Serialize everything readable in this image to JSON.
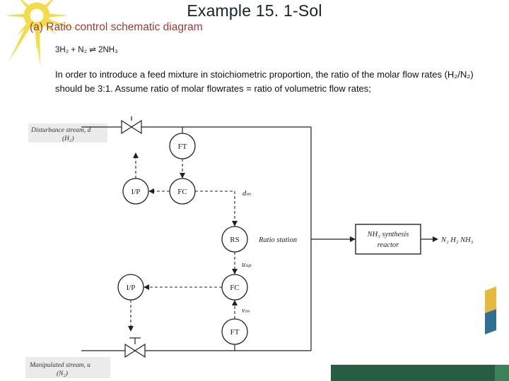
{
  "slide": {
    "title": "Example 15. 1-Sol",
    "subtitle": "(a) Ratio control schematic diagram",
    "equation": "3H₂ + N₂ ⇌ 2NH₃",
    "body": "In order to introduce a feed mixture in stoichiometric proportion, the ratio of the molar flow rates (H₂/N₂) should be 3:1. Assume ratio of molar flowrates = ratio of volumetric flow rates;"
  },
  "diagram": {
    "streams": {
      "disturbance_line1": "Disturbance stream, d",
      "disturbance_line2": "(H₂)",
      "manipulated_line1": "Manipulated stream, u",
      "manipulated_line2": "(N₂)"
    },
    "instruments": {
      "ft_top": "FT",
      "ip_top": "I/P",
      "fc_top": "FC",
      "rs": "RS",
      "fc_bottom": "FC",
      "ip_bottom": "I/P",
      "ft_bottom": "FT"
    },
    "labels": {
      "ratio_station": "Ratio station",
      "reactor_line1": "NH₃ synthesis",
      "reactor_line2": "reactor",
      "output": "N₂ H₂ NH₃",
      "signal_dm": "dₘ",
      "signal_usp": "uₛₚ",
      "signal_vm": "vₘ"
    }
  },
  "colors": {
    "subtitle_red": "#9e3b32",
    "title_dark": "#18222e",
    "sun_yellow": "#f2dc4a",
    "flag_yellow": "#e5b93e",
    "flag_blue": "#2e6f93",
    "green_bar": "#275e41",
    "green_accent": "#3b8258",
    "line_color": "#222222"
  }
}
